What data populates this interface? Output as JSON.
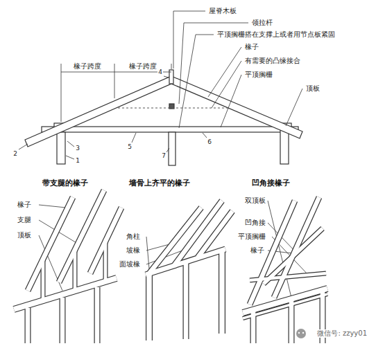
{
  "diagram": {
    "labels": [
      "屋脊木板",
      "领拉杆",
      "平顶搁栅搭在支撑上或者用节点板紧固",
      "椽子",
      "有需要的凸缘接合",
      "平顶搁栅",
      "顶板",
      "椽子跨度",
      "椽子跨度",
      "4",
      "5",
      "6",
      "7",
      "2",
      "3",
      "1",
      "带支腿的椽子",
      "椽子",
      "支腿",
      "顶板",
      "墙骨上齐平的椽子",
      "角柱",
      "坡椽",
      "面坡椽",
      "凹角接椽子",
      "双顶板",
      "凹角接",
      "平顶搁栅",
      "椽子",
      "微信号: zzyy01"
    ]
  }
}
